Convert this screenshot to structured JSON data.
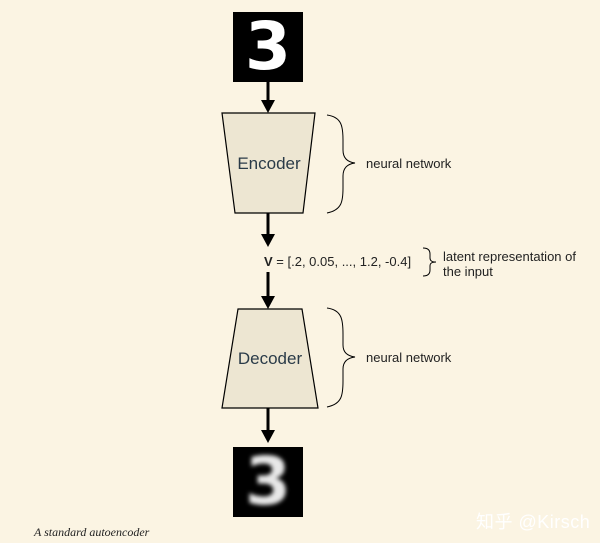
{
  "input_digit": "3",
  "output_digit": "3",
  "encoder": {
    "label": "Encoder",
    "annotation": "neural network"
  },
  "latent": {
    "symbol": "V",
    "vector": " = [.2, 0.05, ..., 1.2, -0.4]",
    "annotation_line1": "latent representation of",
    "annotation_line2": "the input"
  },
  "decoder": {
    "label": "Decoder",
    "annotation": "neural network"
  },
  "caption": "A standard autoencoder",
  "watermark": "知乎 @Kirsch",
  "colors": {
    "background": "#fbf4e3",
    "shape_fill": "#ede6d2",
    "stroke": "#000000"
  }
}
